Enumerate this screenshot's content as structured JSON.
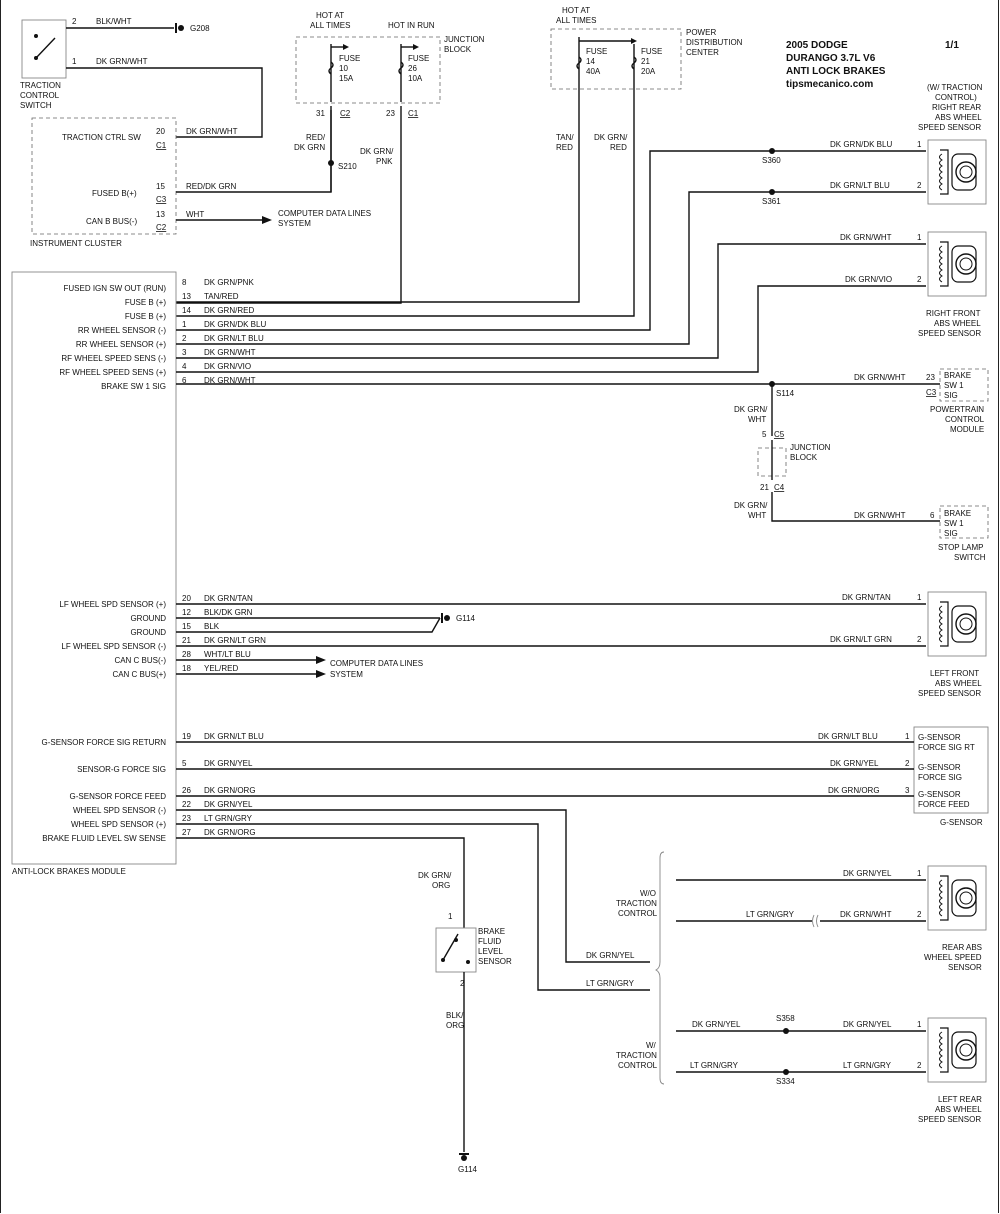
{
  "header": {
    "line1": "2005 DODGE",
    "line2": "DURANGO  3.7L V6",
    "line3": "ANTI LOCK BRAKES",
    "site": "tipsmecanico.com",
    "page": "1/1"
  },
  "hot_labels": {
    "junction_all_times": [
      "HOT AT",
      "ALL TIMES"
    ],
    "junction_in_run": "HOT IN RUN",
    "junction_block": [
      "JUNCTION",
      "BLOCK"
    ],
    "pdc_all_times": [
      "HOT AT",
      "ALL TIMES"
    ],
    "pdc": [
      "POWER",
      "DISTRIBUTION",
      "CENTER"
    ]
  },
  "fuses": [
    {
      "name": "FUSE",
      "num": "10",
      "amp": "15A"
    },
    {
      "name": "FUSE",
      "num": "26",
      "amp": "10A"
    },
    {
      "name": "FUSE",
      "num": "14",
      "amp": "40A"
    },
    {
      "name": "FUSE",
      "num": "21",
      "amp": "20A"
    }
  ],
  "junction_pins": [
    "31",
    "C2",
    "23",
    "C1"
  ],
  "traction_switch": {
    "label": [
      "TRACTION",
      "CONTROL",
      "SWITCH"
    ],
    "pin2": "2",
    "wire2": "BLK/WHT",
    "ground": "G208",
    "pin1": "1",
    "wire1": "DK GRN/WHT"
  },
  "cluster": {
    "label": "INSTRUMENT CLUSTER",
    "rows": [
      {
        "name": "TRACTION CTRL SW",
        "pin": "20",
        "conn": "C1",
        "wire": "DK GRN/WHT"
      },
      {
        "name": "FUSED B(+)",
        "pin": "15",
        "conn": "C3",
        "wire": "RED/DK GRN"
      },
      {
        "name": "CAN B BUS(-)",
        "pin": "13",
        "conn": "C2",
        "wire": "WHT"
      }
    ],
    "cdl": [
      "COMPUTER DATA LINES",
      "SYSTEM"
    ]
  },
  "vertical_labels": {
    "red_dkgrn": [
      "RED/",
      "DK GRN"
    ],
    "s210": "S210",
    "dkgrn_pnk": [
      "DK GRN/",
      "PNK"
    ],
    "tan_red": [
      "TAN/",
      "RED"
    ],
    "dkgrn_red": [
      "DK GRN/",
      "RED"
    ]
  },
  "abs_module": {
    "label": "ANTI-LOCK BRAKES MODULE",
    "rows": [
      {
        "name": "FUSED IGN SW OUT (RUN)",
        "pin": "8",
        "wire": "DK GRN/PNK"
      },
      {
        "name": "FUSE B (+)",
        "pin": "13",
        "wire": "TAN/RED"
      },
      {
        "name": "FUSE B (+)",
        "pin": "14",
        "wire": "DK GRN/RED"
      },
      {
        "name": "RR WHEEL SENSOR (-)",
        "pin": "1",
        "wire": "DK GRN/DK BLU"
      },
      {
        "name": "RR WHEEL SENSOR (+)",
        "pin": "2",
        "wire": "DK GRN/LT BLU"
      },
      {
        "name": "RF WHEEL SPEED SENS (-)",
        "pin": "3",
        "wire": "DK GRN/WHT"
      },
      {
        "name": "RF WHEEL SPEED SENS (+)",
        "pin": "4",
        "wire": "DK GRN/VIO"
      },
      {
        "name": "BRAKE SW 1 SIG",
        "pin": "6",
        "wire": "DK GRN/WHT"
      },
      {
        "name": "LF WHEEL SPD SENSOR (+)",
        "pin": "20",
        "wire": "DK GRN/TAN"
      },
      {
        "name": "GROUND",
        "pin": "12",
        "wire": "BLK/DK GRN"
      },
      {
        "name": "GROUND",
        "pin": "15",
        "wire": "BLK"
      },
      {
        "name": "LF WHEEL SPD SENSOR (-)",
        "pin": "21",
        "wire": "DK GRN/LT GRN"
      },
      {
        "name": "CAN C BUS(-)",
        "pin": "28",
        "wire": "WHT/LT BLU"
      },
      {
        "name": "CAN C BUS(+)",
        "pin": "18",
        "wire": "YEL/RED"
      },
      {
        "name": "G-SENSOR FORCE SIG RETURN",
        "pin": "19",
        "wire": "DK GRN/LT BLU"
      },
      {
        "name": "SENSOR-G FORCE SIG",
        "pin": "5",
        "wire": "DK GRN/YEL"
      },
      {
        "name": "G-SENSOR FORCE FEED",
        "pin": "26",
        "wire": "DK GRN/ORG"
      },
      {
        "name": "WHEEL SPD SENSOR (-)",
        "pin": "22",
        "wire": "DK GRN/YEL"
      },
      {
        "name": "WHEEL SPD SENSOR (+)",
        "pin": "23",
        "wire": "LT GRN/GRY"
      },
      {
        "name": "BRAKE FLUID LEVEL SW SENSE",
        "pin": "27",
        "wire": "DK GRN/ORG"
      }
    ],
    "ground_g114": "G114",
    "cdl": [
      "COMPUTER DATA LINES",
      "SYSTEM"
    ]
  },
  "right_side": {
    "rr_sensor": {
      "label": [
        "(W/ TRACTION",
        "CONTROL)",
        "RIGHT REAR",
        "ABS WHEEL",
        "SPEED SENSOR"
      ],
      "splice1": "S360",
      "wire1": "DK GRN/DK BLU",
      "pin1": "1",
      "splice2": "S361",
      "wire2": "DK GRN/LT BLU",
      "pin2": "2"
    },
    "rf_sensor": {
      "label": [
        "RIGHT FRONT",
        "ABS WHEEL",
        "SPEED SENSOR"
      ],
      "wire1": "DK GRN/WHT",
      "pin1": "1",
      "wire2": "DK GRN/VIO",
      "pin2": "2"
    },
    "pcm": {
      "wire": "DK GRN/WHT",
      "pin": "23",
      "conn": "C3",
      "box": [
        "BRAKE",
        "SW 1",
        "SIG"
      ],
      "label": [
        "POWERTRAIN",
        "CONTROL",
        "MODULE"
      ],
      "splice": "S114"
    },
    "jb2": {
      "wire_top": [
        "DK GRN/",
        "WHT"
      ],
      "pin_top": "5",
      "conn_top": "C5",
      "label": [
        "JUNCTION",
        "BLOCK"
      ],
      "pin_bot": "21",
      "conn_bot": "C4",
      "wire_bot": [
        "DK GRN/",
        "WHT"
      ]
    },
    "stop_lamp": {
      "wire": "DK GRN/WHT",
      "pin": "6",
      "box": [
        "BRAKE",
        "SW 1",
        "SIG"
      ],
      "label": [
        "STOP LAMP",
        "SWITCH"
      ]
    },
    "lf_sensor": {
      "label": [
        "LEFT FRONT",
        "ABS WHEEL",
        "SPEED SENSOR"
      ],
      "wire1": "DK GRN/TAN",
      "pin1": "1",
      "wire2": "DK GRN/LT GRN",
      "pin2": "2"
    },
    "g_sensor": {
      "label": "G-SENSOR",
      "rows": [
        {
          "wire": "DK GRN/LT BLU",
          "pin": "1",
          "box": [
            "G-SENSOR",
            "FORCE SIG RT"
          ]
        },
        {
          "wire": "DK GRN/YEL",
          "pin": "2",
          "box": [
            "G-SENSOR",
            "FORCE SIG"
          ]
        },
        {
          "wire": "DK GRN/ORG",
          "pin": "3",
          "box": [
            "G-SENSOR",
            "FORCE FEED"
          ]
        }
      ]
    },
    "brake_fluid": {
      "wire_top": [
        "DK GRN/",
        "ORG"
      ],
      "pin1": "1",
      "label": [
        "BRAKE",
        "FLUID",
        "LEVEL",
        "SENSOR"
      ],
      "pin2": "2",
      "wire_bot": [
        "BLK/",
        "ORG"
      ],
      "ground": "G114"
    },
    "wo_traction": {
      "label": [
        "W/O",
        "TRACTION",
        "CONTROL"
      ],
      "wire_a": "DK GRN/YEL",
      "wire_b": "LT GRN/GRY"
    },
    "rear_abs": {
      "wire1": "DK GRN/YEL",
      "pin1": "1",
      "wire2a": "LT GRN/GRY",
      "wire2b": "DK GRN/WHT",
      "pin2": "2",
      "label": [
        "REAR ABS",
        "WHEEL SPEED",
        "SENSOR"
      ]
    },
    "w_traction": {
      "label": [
        "W/",
        "TRACTION",
        "CONTROL"
      ]
    },
    "lr_sensor": {
      "wire_in1": "DK GRN/YEL",
      "splice1": "S358",
      "wire1": "DK GRN/YEL",
      "pin1": "1",
      "wire_in2": "LT GRN/GRY",
      "splice2": "S334",
      "wire2": "LT GRN/GRY",
      "pin2": "2",
      "label": [
        "LEFT REAR",
        "ABS WHEEL",
        "SPEED SENSOR"
      ]
    }
  }
}
